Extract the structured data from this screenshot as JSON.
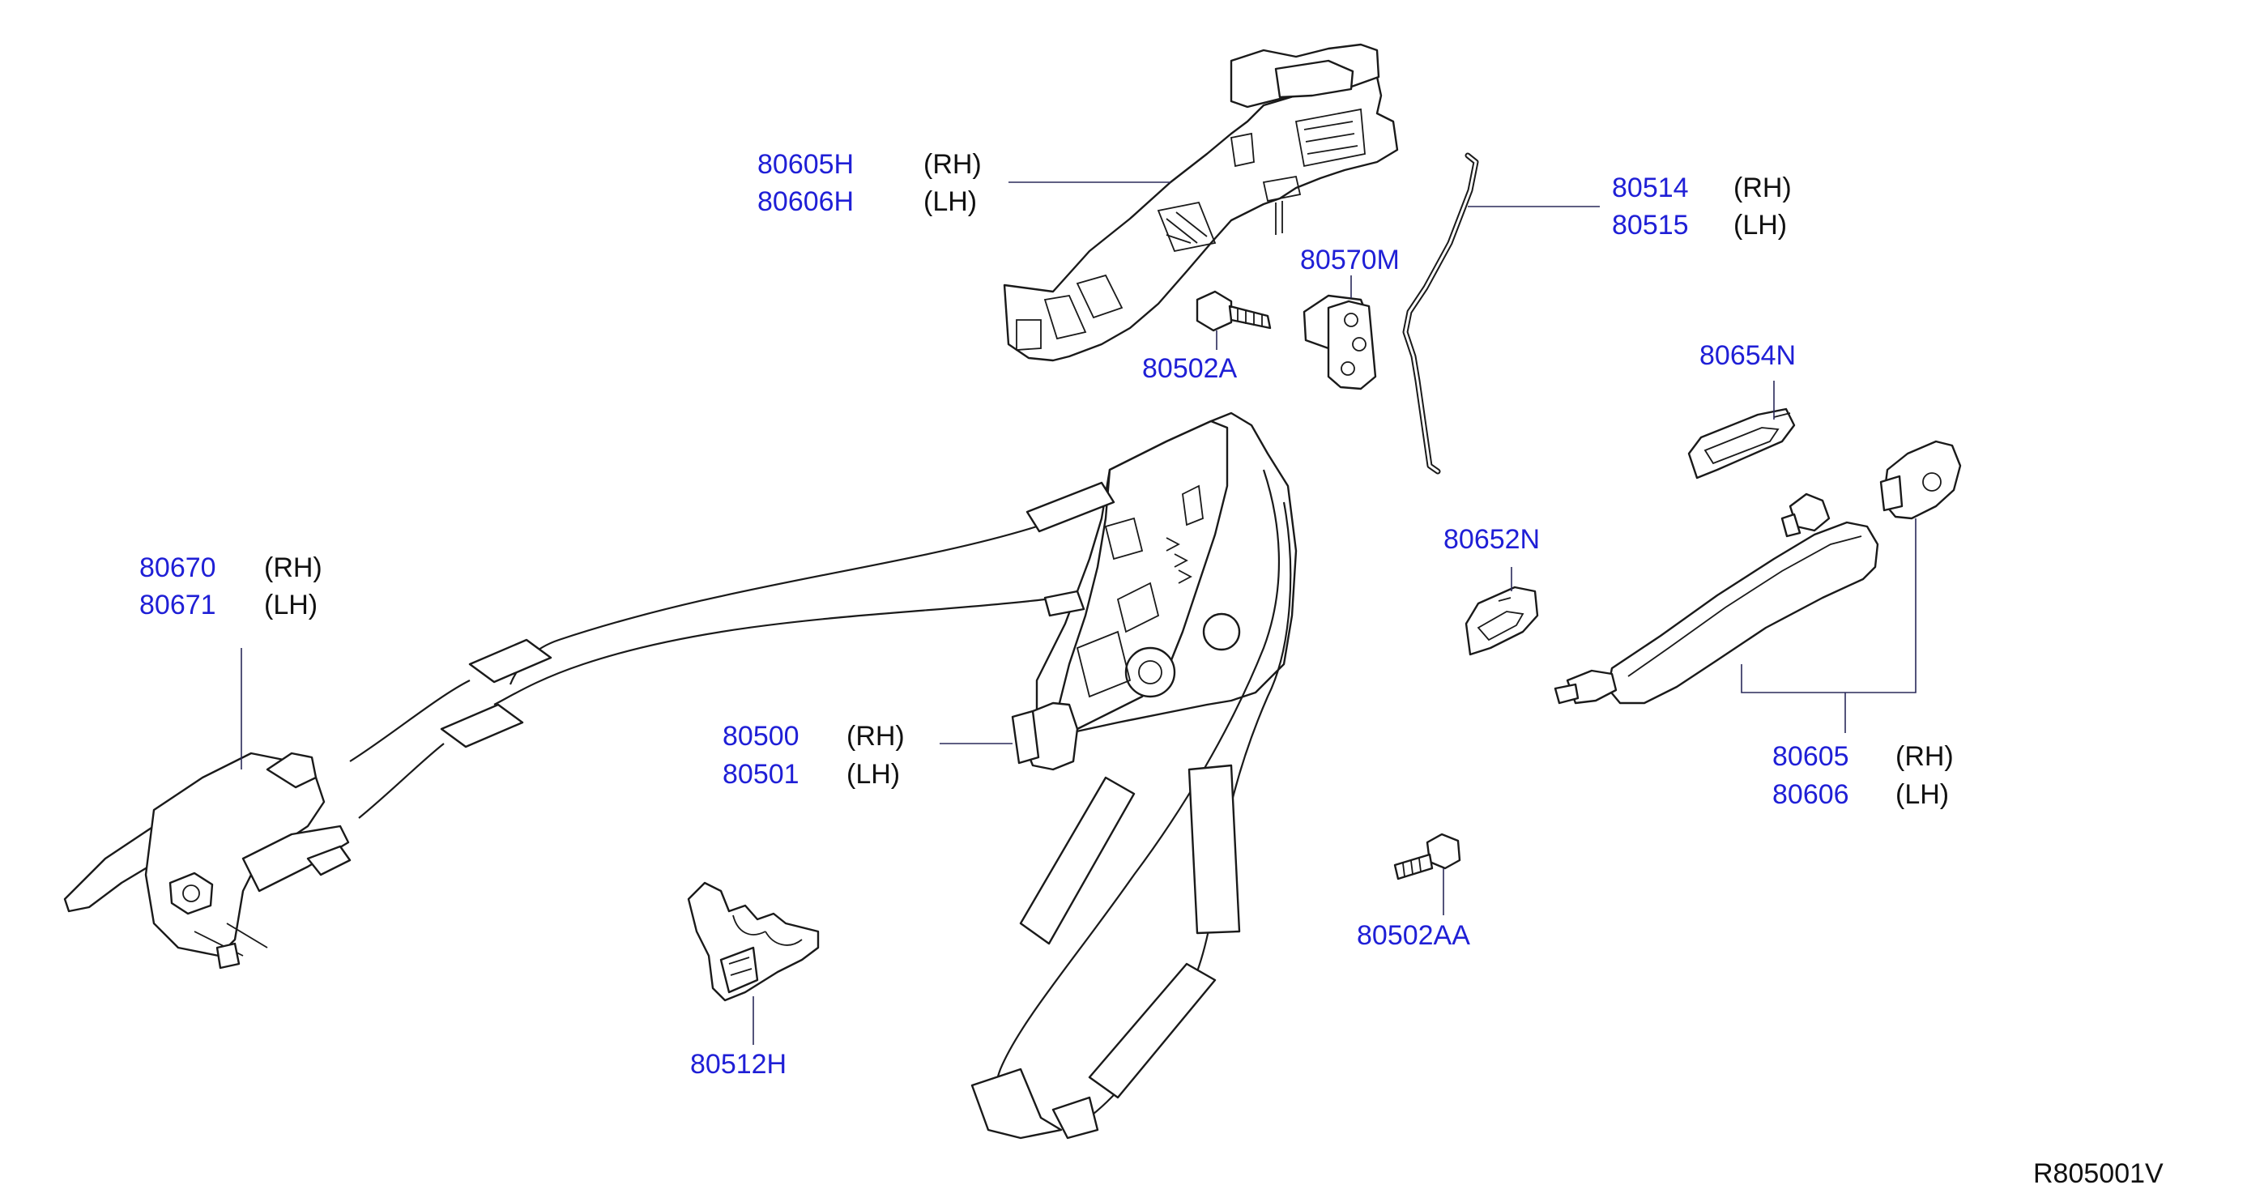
{
  "colors": {
    "part_number": "#1f1fd6",
    "text": "#111111",
    "line": "#1a1a1a",
    "background": "#ffffff"
  },
  "callouts": [
    {
      "id": "80605H",
      "lines": [
        {
          "number": "80605H",
          "side": "(RH)"
        },
        {
          "number": "80606H",
          "side": "(LH)"
        }
      ]
    },
    {
      "id": "80570M",
      "lines": [
        {
          "number": "80570M",
          "side": ""
        }
      ]
    },
    {
      "id": "80502A",
      "lines": [
        {
          "number": "80502A",
          "side": ""
        }
      ]
    },
    {
      "id": "80514",
      "lines": [
        {
          "number": "80514",
          "side": "(RH)"
        },
        {
          "number": "80515",
          "side": "(LH)"
        }
      ]
    },
    {
      "id": "80654N",
      "lines": [
        {
          "number": "80654N",
          "side": ""
        }
      ]
    },
    {
      "id": "80652N",
      "lines": [
        {
          "number": "80652N",
          "side": ""
        }
      ]
    },
    {
      "id": "80670",
      "lines": [
        {
          "number": "80670",
          "side": "(RH)"
        },
        {
          "number": "80671",
          "side": "(LH)"
        }
      ]
    },
    {
      "id": "80500",
      "lines": [
        {
          "number": "80500",
          "side": "(RH)"
        },
        {
          "number": "80501",
          "side": "(LH)"
        }
      ]
    },
    {
      "id": "80605",
      "lines": [
        {
          "number": "80605",
          "side": "(RH)"
        },
        {
          "number": "80606",
          "side": "(LH)"
        }
      ]
    },
    {
      "id": "80502AA",
      "lines": [
        {
          "number": "80502AA",
          "side": ""
        }
      ]
    },
    {
      "id": "80512H",
      "lines": [
        {
          "number": "80512H",
          "side": ""
        }
      ]
    }
  ],
  "reference_code": "R805001V"
}
